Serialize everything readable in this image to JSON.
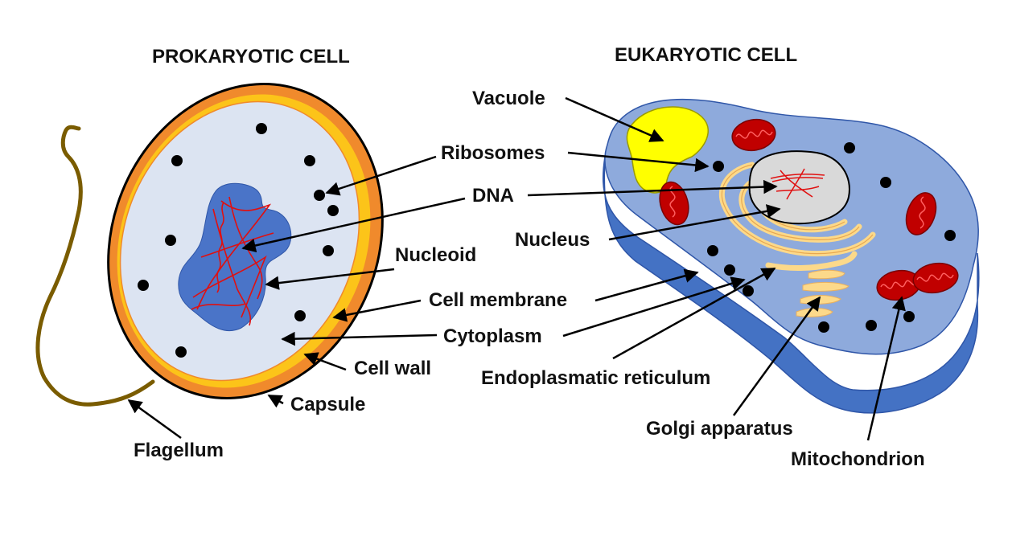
{
  "titles": {
    "prokaryotic": "PROKARYOTIC CELL",
    "eukaryotic": "EUKARYOTIC CELL"
  },
  "labels": {
    "vacuole": "Vacuole",
    "ribosomes": "Ribosomes",
    "dna": "DNA",
    "nucleoid": "Nucleoid",
    "nucleus": "Nucleus",
    "cell_membrane": "Cell membrane",
    "cytoplasm": "Cytoplasm",
    "cell_wall": "Cell wall",
    "capsule": "Capsule",
    "flagellum": "Flagellum",
    "endoplasmatic_reticulum": "Endoplasmatic reticulum",
    "golgi_apparatus": "Golgi apparatus",
    "mitochondrion": "Mitochondrion"
  },
  "colors": {
    "capsule": "#f08a2c",
    "cell_wall": "#fcc419",
    "cytoplasm_pro": "#dce4f2",
    "nucleoid": "#4a74c8",
    "dna": "#e01010",
    "flagellum": "#7a5c00",
    "euk_top": "#8eaadc",
    "euk_side": "#4472c4",
    "vacuole": "#ffff00",
    "nucleus": "#d9d9d9",
    "mitochondrion": "#c00000",
    "golgi": "#fcd98a",
    "ribosome": "#000000"
  }
}
